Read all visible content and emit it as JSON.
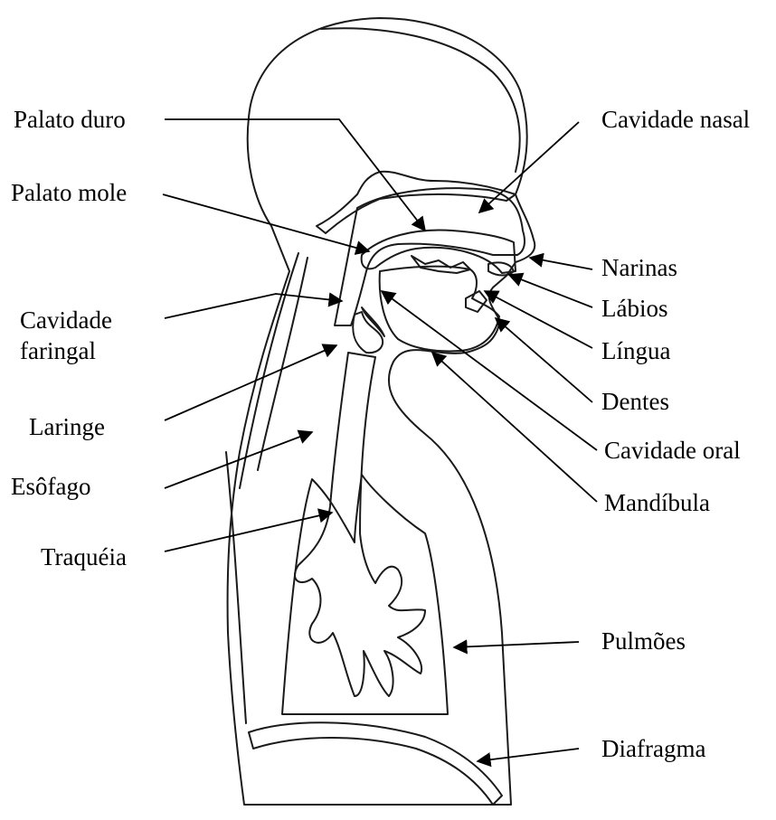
{
  "labels": {
    "palato_duro": "Palato duro",
    "palato_mole": "Palato mole",
    "cavidade_faringal": "Cavidade faringal",
    "laringe": "Laringe",
    "esofago": "Esôfago",
    "traqueia": "Traquéia",
    "cavidade_nasal": "Cavidade nasal",
    "narinas": "Narinas",
    "labios": "Lábios",
    "lingua": "Língua",
    "dentes": "Dentes",
    "cavidade_oral": "Cavidade oral",
    "mandibula": "Mandíbula",
    "pulmoes": "Pulmões",
    "diafragma": "Diafragma"
  },
  "colors": {
    "skin": "#fde6e3",
    "skin_light": "#fff2f1",
    "cavity": "#e3bcd0",
    "hard_palate": "#f08cb4",
    "lungs": "#c47aa0",
    "trachea": "#b8325f",
    "diaphragm": "#f7c6c4"
  }
}
